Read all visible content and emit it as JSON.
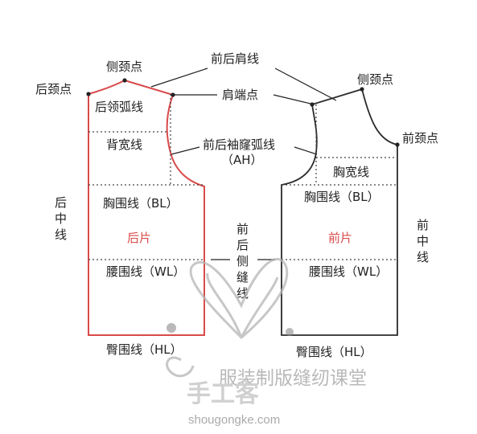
{
  "labels": {
    "back_neck_point": "后颈点",
    "side_neck_point_back": "侧颈点",
    "shoulder_line": "前后肩线",
    "side_neck_point_front": "侧颈点",
    "back_neckline": "后领弧线",
    "shoulder_point": "肩端点",
    "front_neck_point": "前颈点",
    "back_width_line": "背宽线",
    "armhole_line": "前后袖窿弧线",
    "armhole_abbr": "（AH）",
    "chest_width_line": "胸宽线",
    "center_back_line": "后中线",
    "center_front_line": "前中线",
    "bust_line_back": "胸围线（BL）",
    "bust_line_front": "胸围线（BL）",
    "back_piece": "后片",
    "front_piece": "前片",
    "side_seam_line": "前后侧缝线",
    "waist_line_back": "腰围线（WL）",
    "waist_line_front": "腰围线（WL）",
    "hip_line_back": "臀围线（HL）",
    "hip_line_front": "臀围线（HL）"
  },
  "watermark": {
    "brand_text": "服装制版缝纫课堂",
    "logo_text": "手工客",
    "url": "shougongke.com"
  },
  "colors": {
    "back_outline": "#d94a4a",
    "front_outline": "#2b2b2b",
    "guide_dotted": "#444444",
    "watermark": "#b9b9b9"
  }
}
